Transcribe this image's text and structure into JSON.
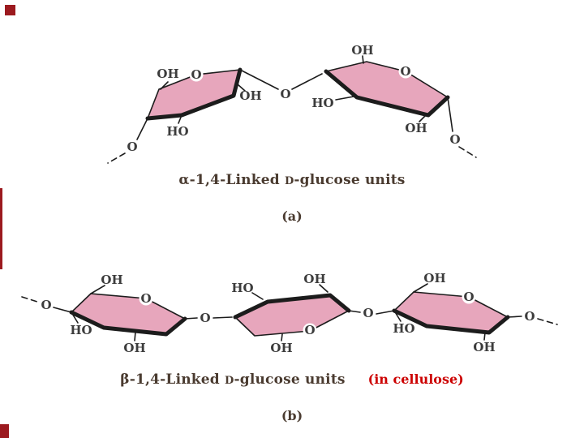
{
  "colors": {
    "ring_fill": "#e7a6bc",
    "outline": "#1c1c1c",
    "atom": "#3c3c3c",
    "caption": "#4a3b30",
    "note_red": "#cc0000",
    "deco_red": "#9c1a1f"
  },
  "panel_a": {
    "caption": {
      "pre": "α-1,4-Linked ",
      "d": "D",
      "post": "-glucose units"
    },
    "label": "(a)",
    "glycosidic_o": "O",
    "left_ring": {
      "ch2oh": "OH",
      "ring_o": "O",
      "c2_oh": "OH",
      "c3_ho": "HO",
      "chain_o": "O"
    },
    "right_ring": {
      "ch2oh": "OH",
      "ring_o": "O",
      "c4_ho": "HO",
      "c2_oh": "OH",
      "chain_o": "O"
    }
  },
  "panel_b": {
    "caption": {
      "pre": "β-1,4-Linked ",
      "d": "D",
      "post": "-glucose units"
    },
    "note": "(in cellulose)",
    "label": "(b)",
    "left_chain_o": "O",
    "glycosidic_o1": "O",
    "glycosidic_o2": "O",
    "right_chain_o": "O",
    "ring1": {
      "ch2oh": "OH",
      "ring_o": "O",
      "c3_ho": "HO",
      "c2_oh": "OH"
    },
    "ring2": {
      "c3_ho": "HO",
      "ch2oh": "OH",
      "ring_o": "O",
      "c2_oh": "OH"
    },
    "ring3": {
      "ch2oh": "OH",
      "ring_o": "O",
      "c3_ho": "HO",
      "c2_oh": "OH"
    }
  }
}
